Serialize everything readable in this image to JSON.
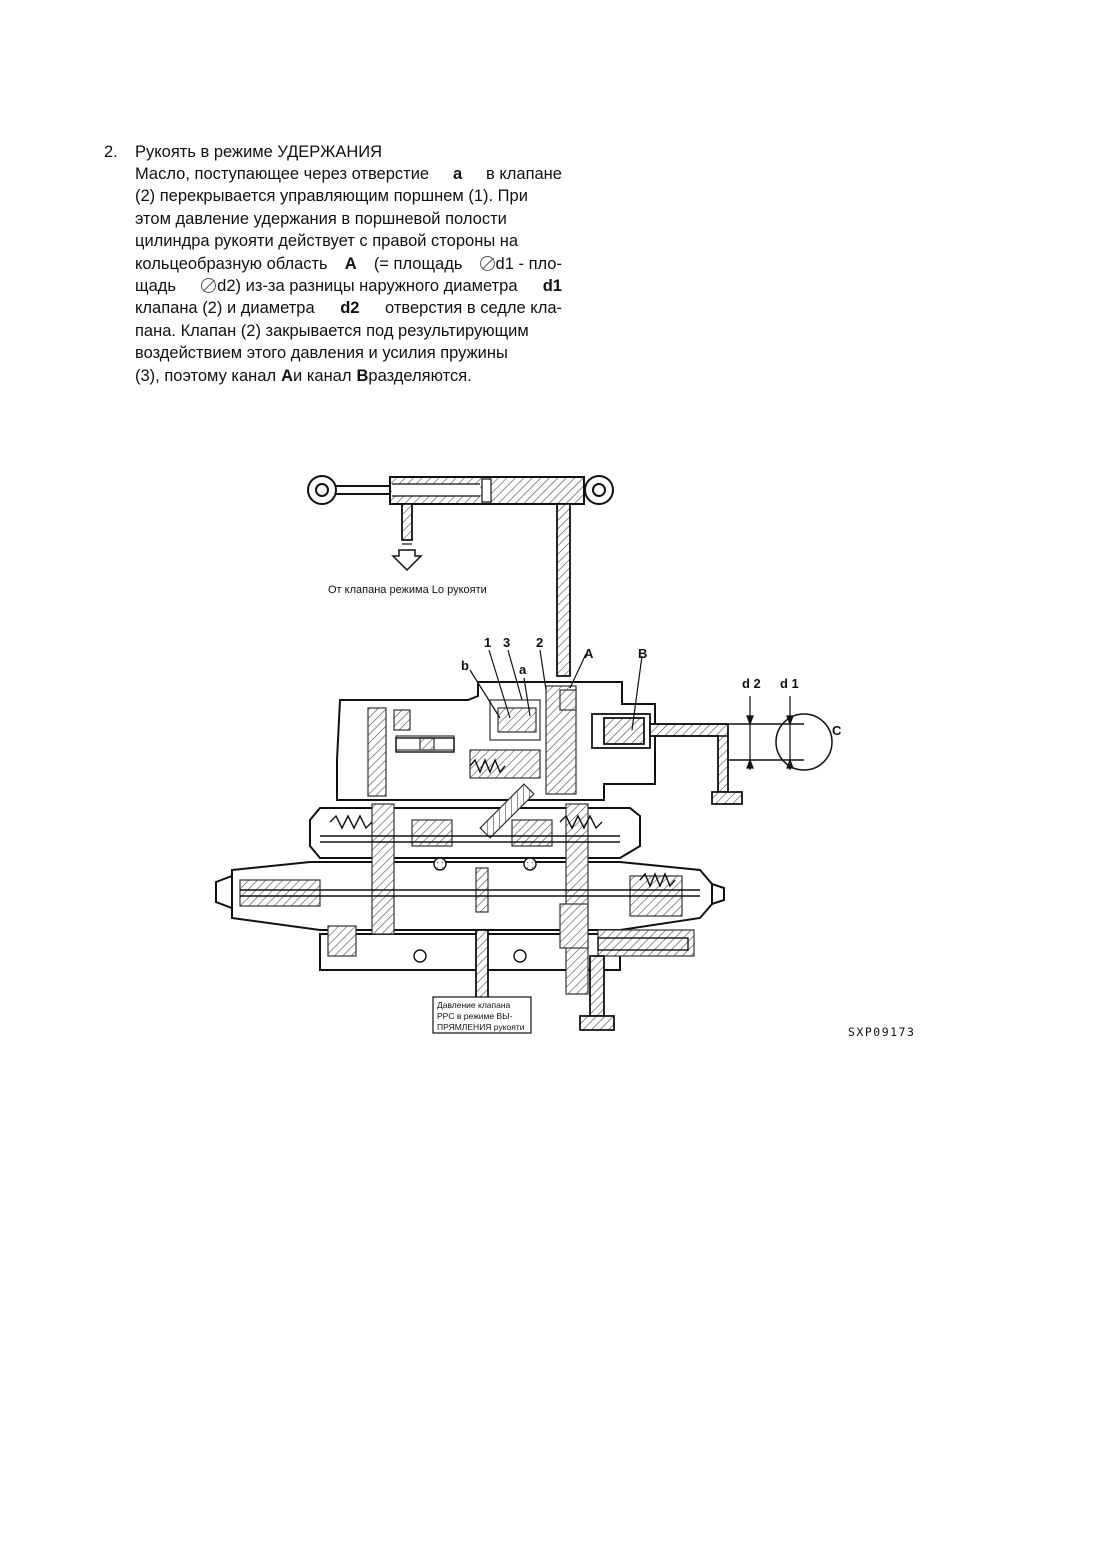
{
  "section": {
    "number": "2.",
    "title": "Рукоять в режиме УДЕРЖАНИЯ",
    "paragraph": {
      "l1a": "Масло, поступающее через отверстие",
      "l1b": "а",
      "l1c": "в клапане",
      "l2": "(2) перекрывается управляющим поршнем (1). При",
      "l3": "этом давление удержания в поршневой полости",
      "l4": "цилиндра рукояти действует с правой стороны на",
      "l5a": "кольцеобразную область",
      "l5b": "A",
      "l5c": "(= площадь",
      "l5d": "d1 - пло-",
      "l6a": "щадь",
      "l6b": "d2) из-за разницы наружного диаметра",
      "l6c": "d1",
      "l7a": "клапана (2) и диаметра",
      "l7b": "d2",
      "l7c": "отверстия в седле кла-",
      "l8": "пана. Клапан (2) закрывается под результирующим",
      "l9": "воздействием этого давления и усилия пружины",
      "l10a": "(3), поэтому канал",
      "l10b": "A",
      "l10c": "и канал",
      "l10d": "B",
      "l10e": "разделяются."
    }
  },
  "diagram": {
    "from_label": "От клапана режима Lo рукояти",
    "callouts": {
      "n1": "1",
      "n3": "3",
      "n2": "2",
      "b": "b",
      "a": "a",
      "A": "A",
      "B": "B",
      "C": "C",
      "d2": "d 2",
      "d1": "d 1"
    },
    "ppc_box": [
      "Давление клапана",
      "PPC в режиме ВЫ-",
      "ПРЯМЛЕНИЯ рукояти"
    ],
    "figure_code": "SXP09173"
  }
}
